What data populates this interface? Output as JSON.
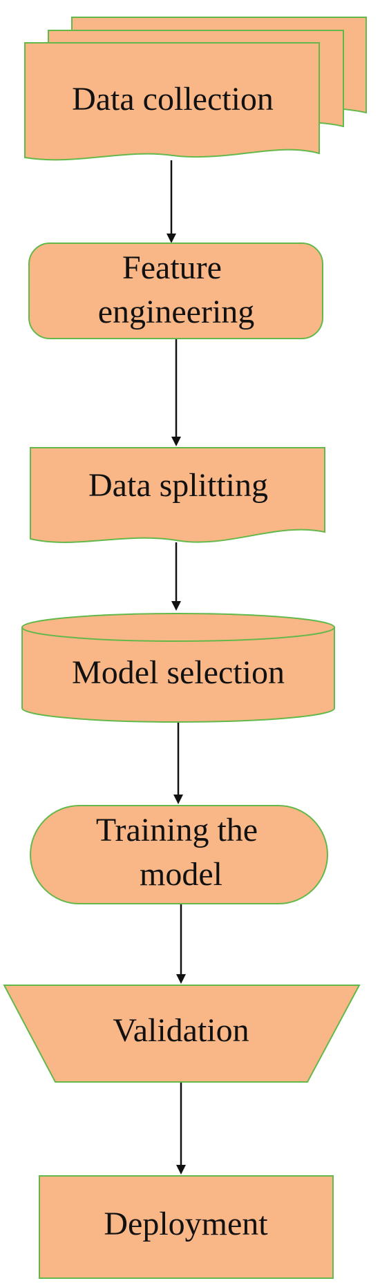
{
  "diagram": {
    "type": "flowchart",
    "colors": {
      "fill": "#F9B687",
      "border": "#62B94A",
      "text": "#111111",
      "arrow": "#111111"
    },
    "steps": [
      {
        "id": "data-collection",
        "shape": "multi-document",
        "lines": [
          "Data collection"
        ]
      },
      {
        "id": "feature-engineering",
        "shape": "rounded-rectangle",
        "lines": [
          "Feature",
          "engineering"
        ]
      },
      {
        "id": "data-splitting",
        "shape": "document",
        "lines": [
          "Data splitting"
        ]
      },
      {
        "id": "model-selection",
        "shape": "cylinder",
        "lines": [
          "Model selection"
        ]
      },
      {
        "id": "training-the-model",
        "shape": "terminator",
        "lines": [
          "Training the",
          "model"
        ]
      },
      {
        "id": "validation",
        "shape": "manual-operation",
        "lines": [
          "Validation"
        ]
      },
      {
        "id": "deployment",
        "shape": "rectangle",
        "lines": [
          "Deployment"
        ]
      }
    ],
    "connections": [
      {
        "from": "data-collection",
        "to": "feature-engineering"
      },
      {
        "from": "feature-engineering",
        "to": "data-splitting"
      },
      {
        "from": "data-splitting",
        "to": "model-selection"
      },
      {
        "from": "model-selection",
        "to": "training-the-model"
      },
      {
        "from": "training-the-model",
        "to": "validation"
      },
      {
        "from": "validation",
        "to": "deployment"
      }
    ]
  }
}
